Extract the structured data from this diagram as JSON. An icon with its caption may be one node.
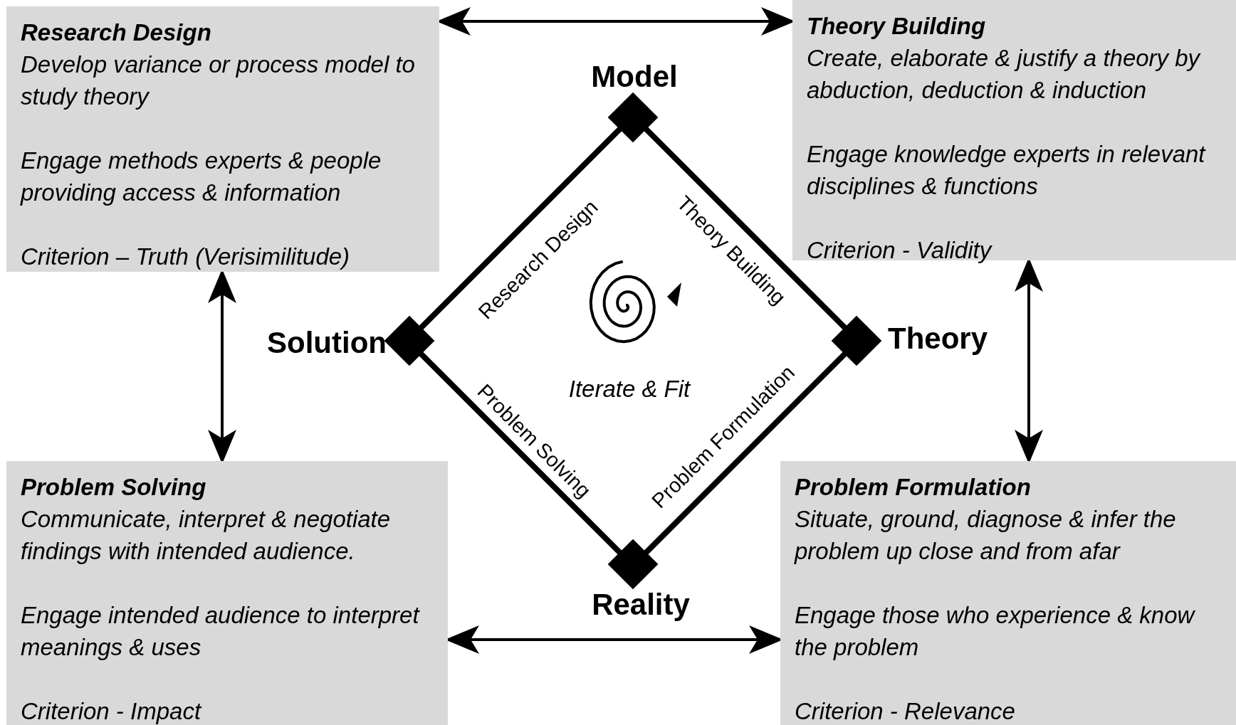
{
  "diagram": {
    "nodes": [
      {
        "text": [
          "Research Design",
          "Develop variance or process model to study theory",
          "Engage methods experts & people providing access & information",
          "Criterion – Truth (Verisimilitude)"
        ]
      },
      {
        "text": [
          "Theory Building",
          "Create, elaborate & justify a theory by abduction, deduction & induction",
          "Engage knowledge experts in relevant disciplines & functions",
          "Criterion - Validity"
        ]
      },
      {
        "text": [
          "Problem Solving",
          "Communicate, interpret & negotiate findings with intended audience.",
          "Engage intended audience to interpret meanings & uses",
          "Criterion - Impact"
        ]
      },
      {
        "text": [
          "Problem Formulation",
          "Situate, ground, diagnose & infer the problem up close and from afar",
          "Engage those who experience & know the problem",
          "Criterion - Relevance"
        ]
      },
      {
        "text": [
          "Research Design",
          "Theory Building",
          "Problem Formulation",
          "Problem Solving",
          "Iterate & Fit"
        ]
      }
    ],
    "edges": [
      {
        "from": 0,
        "to": 1,
        "arrow": "both"
      },
      {
        "from": 1,
        "to": 3,
        "arrow": "both"
      },
      {
        "from": 2,
        "to": 3,
        "arrow": "both"
      },
      {
        "from": 0,
        "to": 2,
        "arrow": "both"
      }
    ],
    "labels": [
      "Model",
      "Solution",
      "Theory",
      "Reality"
    ]
  }
}
